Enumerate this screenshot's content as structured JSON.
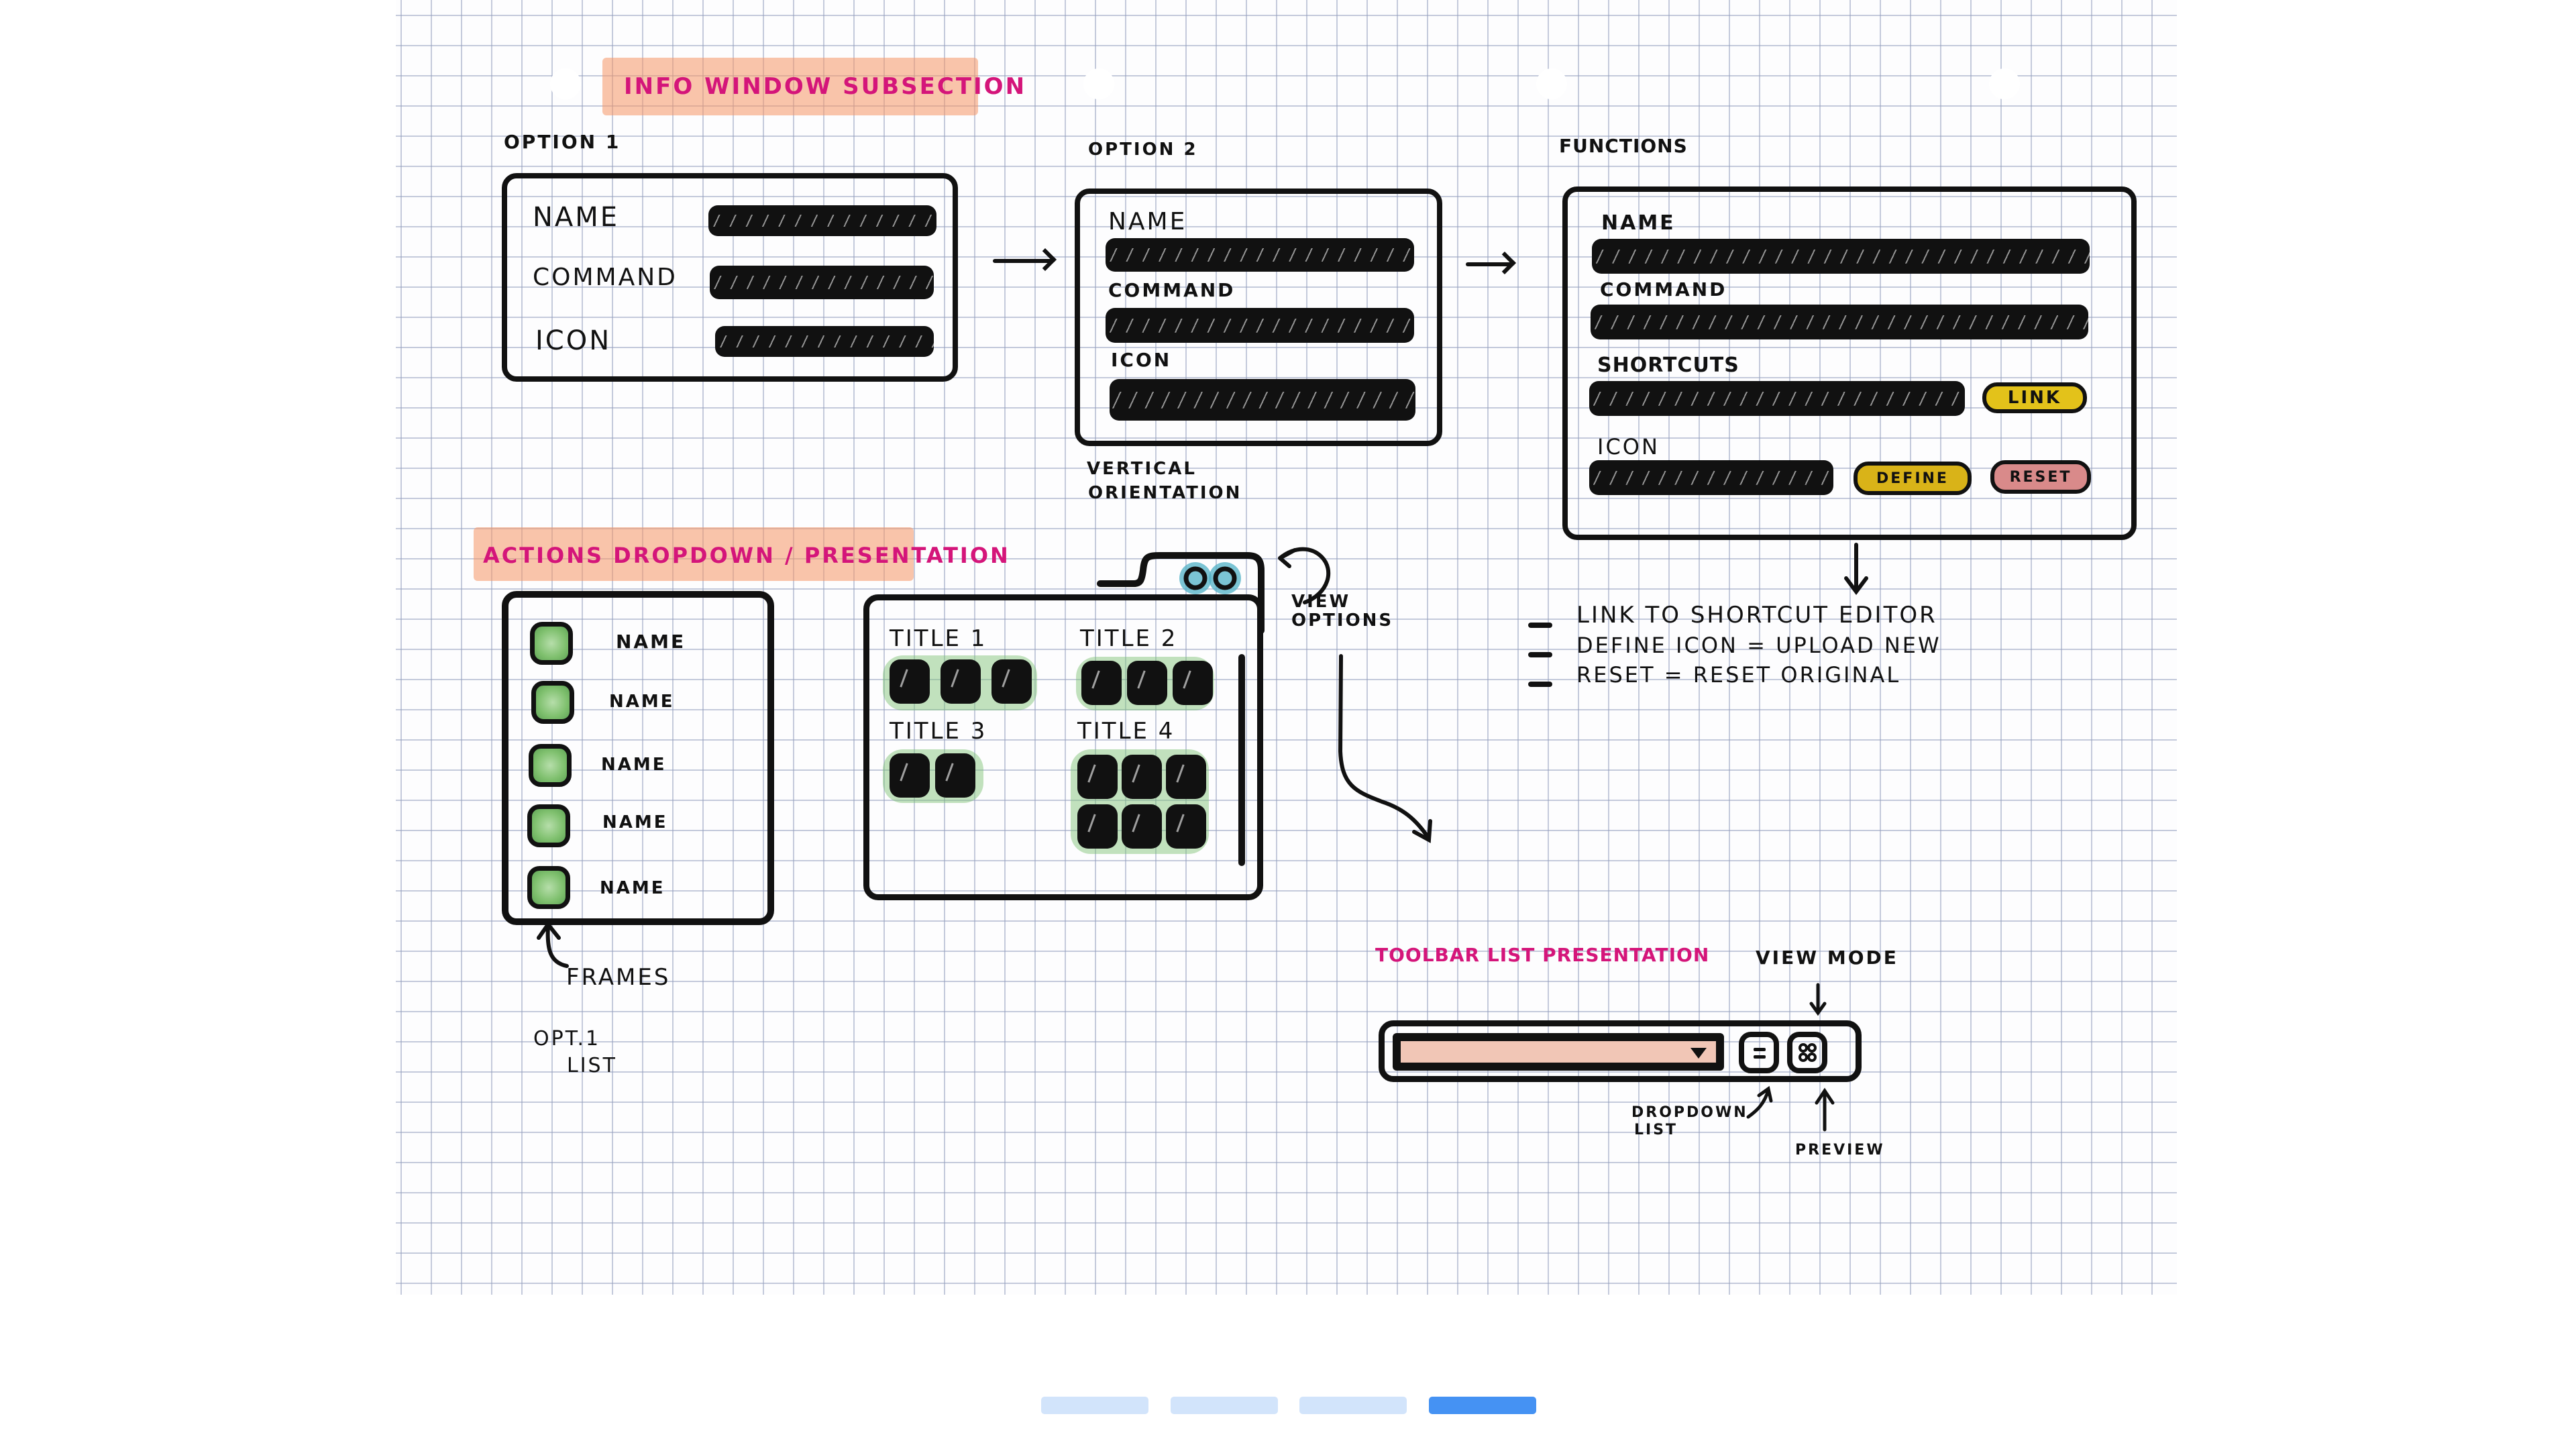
{
  "sketch": {
    "info_window": {
      "title": "INFO WINDOW SUBSECTION",
      "option1": {
        "label": "OPTION 1",
        "fields": [
          "NAME",
          "COMMAND",
          "ICON"
        ]
      },
      "option2": {
        "label": "OPTION 2",
        "fields": [
          "NAME",
          "COMMAND",
          "ICON"
        ],
        "note_line1": "VERTICAL",
        "note_line2": "ORIENTATION"
      },
      "functions": {
        "label": "FUNCTIONS",
        "fields": [
          "NAME",
          "COMMAND",
          "SHORTCUTS",
          "ICON"
        ],
        "link_button": "LINK",
        "define_button": "DEFINE",
        "reset_button": "RESET",
        "notes": [
          "LINK TO SHORTCUT EDITOR",
          "DEFINE ICON = UPLOAD NEW",
          "RESET = RESET ORIGINAL"
        ]
      }
    },
    "actions_dropdown": {
      "title": "ACTIONS DROPDOWN / PRESENTATION",
      "list_items": [
        "NAME",
        "NAME",
        "NAME",
        "NAME",
        "NAME"
      ],
      "frames_label": "FRAMES",
      "opt_label_line1": "OPT.1",
      "opt_label_line2": "LIST",
      "tiles": [
        {
          "title": "TITLE 1",
          "count": 3
        },
        {
          "title": "TITLE 2",
          "count": 3
        },
        {
          "title": "TITLE 3",
          "count": 2
        },
        {
          "title": "TITLE 4",
          "count": 6
        }
      ],
      "view_options_line1": "VIEW",
      "view_options_line2": "OPTIONS"
    },
    "toolbar": {
      "title": "TOOLBAR LIST PRESENTATION",
      "view_mode_label": "VIEW MODE",
      "dropdown_label_line1": "DROPDOWN",
      "dropdown_label_line2": "LIST",
      "preview_label": "PREVIEW"
    },
    "colors": {
      "title_ink": "#d4157a",
      "highlight": "#f6a06a",
      "link_button": "#e3c21a",
      "define_button": "#d9b318",
      "reset_button": "#d98a8a",
      "frame_green": "#7fc06e",
      "view_options_blue": "#4fb0c6",
      "toolbar_field": "#f1c6b6"
    }
  },
  "pagination": {
    "pages": 4,
    "current_page": 4
  }
}
